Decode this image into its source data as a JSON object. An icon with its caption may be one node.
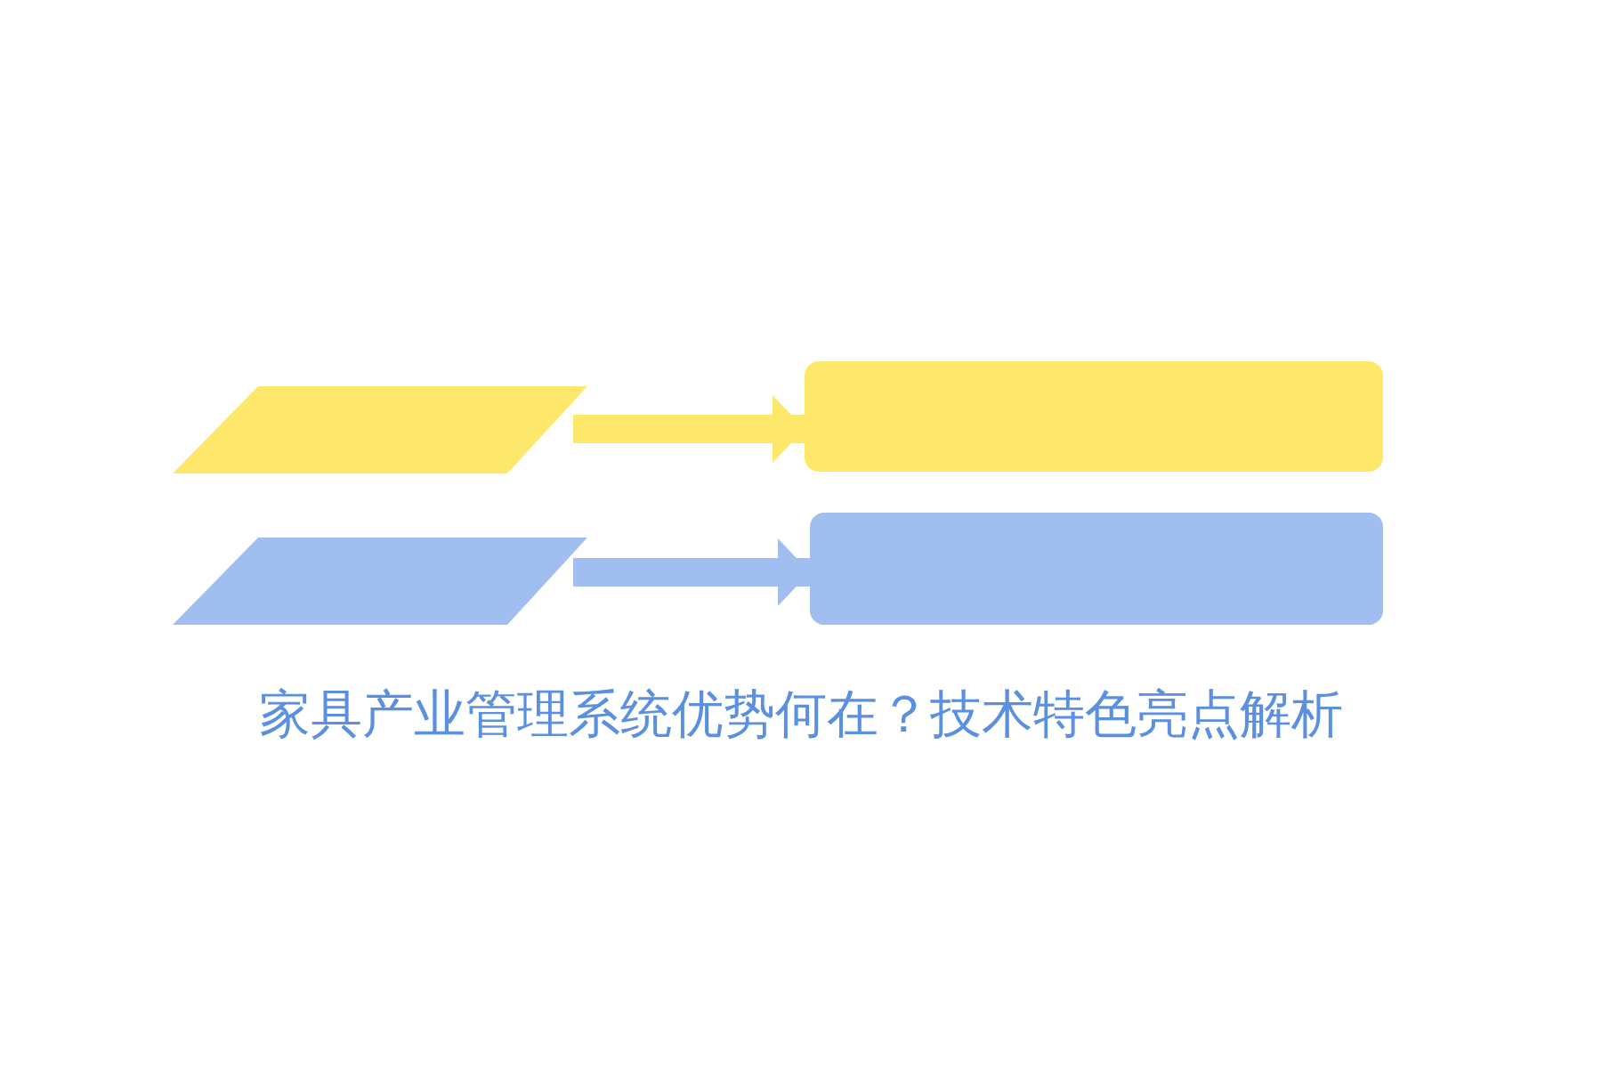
{
  "diagram": {
    "caption": "家具产业管理系统优势何在？技术特色亮点解析",
    "nodes": [
      {
        "text": [],
        "shape": "parallelogram"
      },
      {
        "text": [],
        "shape": "box"
      },
      {
        "text": [],
        "shape": "parallelogram"
      },
      {
        "text": [],
        "shape": "box"
      }
    ],
    "edges": [
      {
        "from": 0,
        "to": 1,
        "arrow": "to",
        "color": "#fde86c"
      },
      {
        "from": 2,
        "to": 3,
        "arrow": "to",
        "color": "#a0bff0"
      }
    ]
  }
}
